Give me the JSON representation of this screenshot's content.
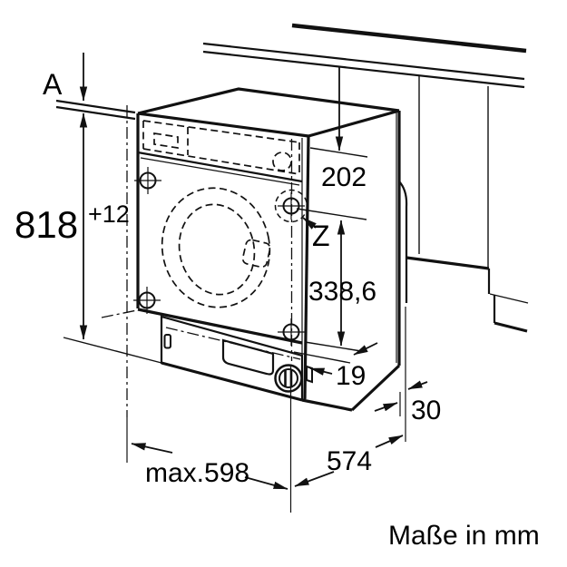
{
  "drawing": {
    "note_units": "Maße in mm",
    "labels": {
      "worktop_ref": "A",
      "hinge_detail": "Z"
    },
    "dimensions": {
      "niche_height": "818",
      "niche_height_tolerance": "+12",
      "top_to_hinge": "202",
      "hinge_span": "338,6",
      "plinth_recess": "19",
      "front_clearance": "30",
      "appliance_width": "max.598",
      "appliance_depth": "574"
    }
  }
}
